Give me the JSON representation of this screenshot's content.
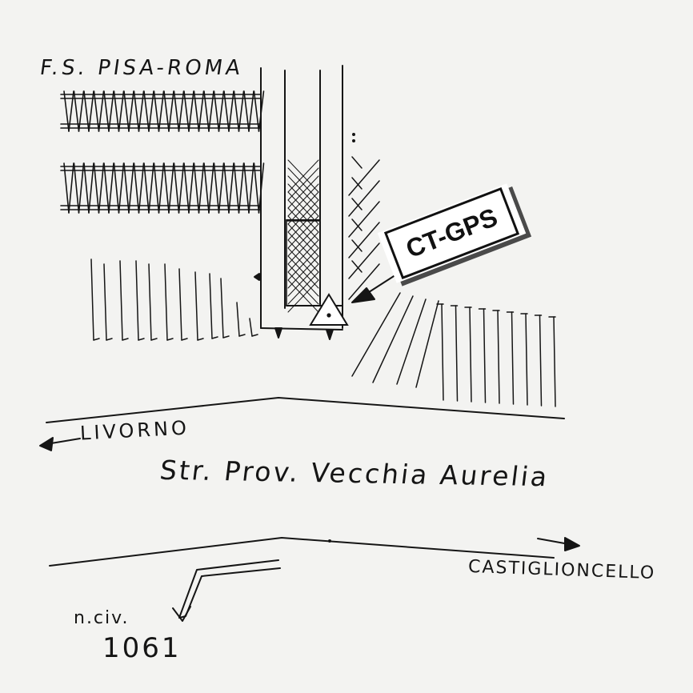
{
  "labels": {
    "railway": "F.S. PISA-ROMA",
    "livorno": "LIVORNO",
    "road": "Str. Prov. Vecchia Aurelia",
    "castiglioncello": "CASTIGLIONCELLO",
    "civic_prefix": "n.civ.",
    "civic_number": "1061"
  },
  "callout": {
    "text": "CT-GPS"
  },
  "icons": {
    "station_marker": "triangle-dot-icon",
    "arrow_west": "arrow-left-icon",
    "arrow_east": "arrow-right-icon",
    "entrance_arrow": "arrow-down-left-icon"
  },
  "colors": {
    "ink": "#151515",
    "paper": "#f3f3f1",
    "shadow": "#4a4a4a"
  }
}
